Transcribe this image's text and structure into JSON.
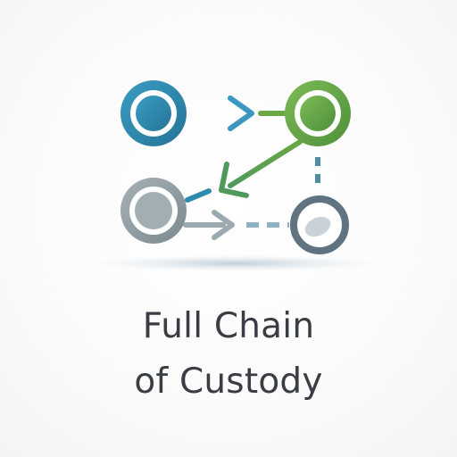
{
  "title": {
    "line1": "Full Chain",
    "line2": "of Custody"
  },
  "colors": {
    "blue": "#2f8ab0",
    "green": "#6aa846",
    "gray": "#8c9aa0",
    "slate": "#5f7480",
    "text": "#3a3e44"
  },
  "diagram": {
    "nodes": [
      {
        "id": "top-left",
        "color": "blue",
        "state": "filled"
      },
      {
        "id": "top-right",
        "color": "green",
        "state": "filled"
      },
      {
        "id": "bottom-left",
        "color": "gray",
        "state": "filled"
      },
      {
        "id": "bottom-right",
        "color": "slate",
        "state": "faint"
      }
    ],
    "connections": [
      {
        "from": "top-left",
        "to": "top-right",
        "style": "solid",
        "arrow": true
      },
      {
        "from": "top-right",
        "to": "bottom-left",
        "style": "solid",
        "arrow": true
      },
      {
        "from": "bottom-left",
        "to": "bottom-right",
        "style": "dashed",
        "arrow": true
      },
      {
        "from": "top-right",
        "to": "bottom-right",
        "style": "dashed",
        "arrow": false
      }
    ]
  }
}
